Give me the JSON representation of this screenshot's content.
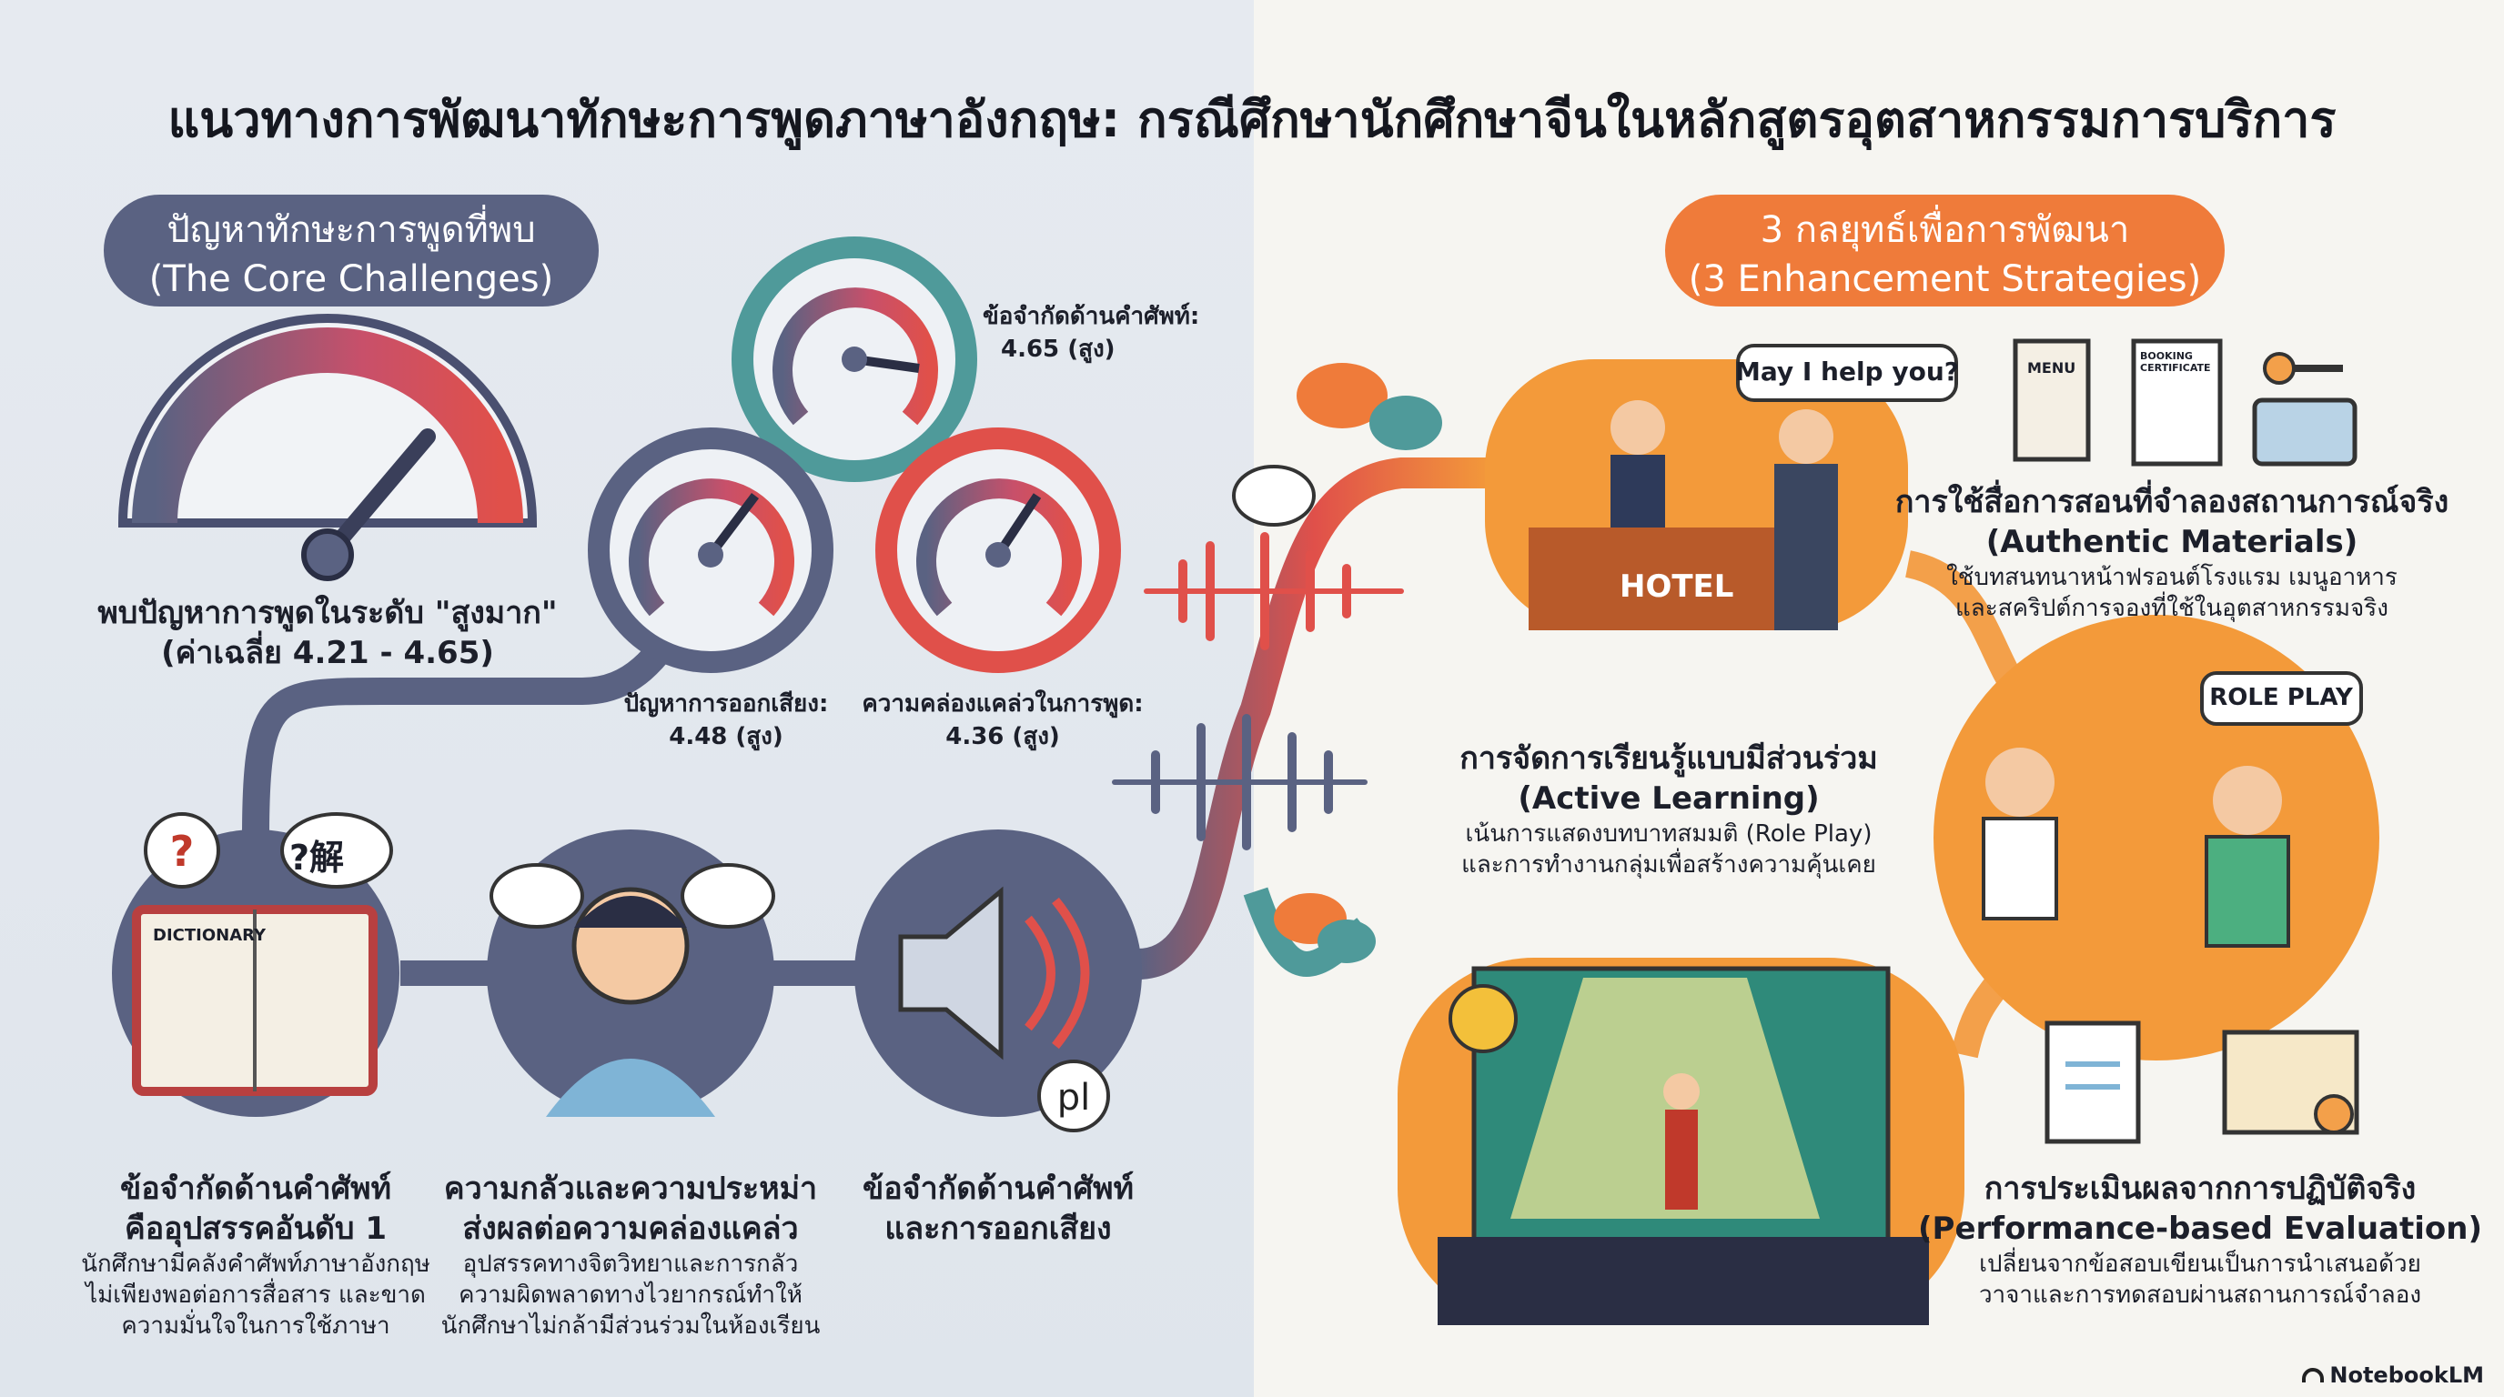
{
  "title": "แนวทางการพัฒนาทักษะการพูดภาษาอังกฤษ: กรณีศึกษานักศึกษาจีนในหลักสูตรอุตสาหกรรมการบริการ",
  "left": {
    "header_th": "ปัญหาทักษะการพูดที่พบ",
    "header_en": "(The Core Challenges)",
    "summary_line1": "พบปัญหาการพูดในระดับ \"สูงมาก\"",
    "summary_line2": "(ค่าเฉลี่ย 4.21 - 4.65)",
    "gauges": [
      {
        "label": "ข้อจำกัดด้านคำศัพท์:",
        "value": "4.65 (สูง)",
        "score": 4.65
      },
      {
        "label": "ปัญหาการออกเสียง:",
        "value": "4.48 (สูง)",
        "score": 4.48
      },
      {
        "label": "ความคล่องแคล่วในการพูด:",
        "value": "4.36 (สูง)",
        "score": 4.36
      }
    ],
    "book_label": "DICTIONARY",
    "bubble_char": "?解",
    "cards": [
      {
        "title1": "ข้อจำกัดด้านคำศัพท์",
        "title2": "คืออุปสรรคอันดับ 1",
        "desc": [
          "นักศึกษามีคลังคำศัพท์ภาษาอังกฤษ",
          "ไม่เพียงพอต่อการสื่อสาร และขาด",
          "ความมั่นใจในการใช้ภาษา"
        ]
      },
      {
        "title1": "ความกลัวและความประหม่า",
        "title2": "ส่งผลต่อความคล่องแคล่ว",
        "desc": [
          "อุปสรรคทางจิตวิทยาและการกลัว",
          "ความผิดพลาดทางไวยากรณ์ทำให้",
          "นักศึกษาไม่กล้ามีส่วนร่วมในห้องเรียน"
        ]
      },
      {
        "title1": "ข้อจำกัดด้านคำศัพท์",
        "title2": "และการออกเสียง",
        "desc": []
      }
    ]
  },
  "right": {
    "header_th": "3 กลยุทธ์เพื่อการพัฒนา",
    "header_en": "(3 Enhancement Strategies)",
    "hotel_sign": "HOTEL",
    "speech": "May I help you?",
    "role_play": "ROLE PLAY",
    "menu_label": "MENU",
    "booking_label": "BOOKING CERTIFICATE",
    "strategies": [
      {
        "title": "การใช้สื่อการสอนที่จำลองสถานการณ์จริง",
        "en": "(Authentic Materials)",
        "desc": [
          "ใช้บทสนทนาหน้าฟรอนต์โรงแรม เมนูอาหาร",
          "และสคริปต์การจองที่ใช้ในอุตสาหกรรมจริง"
        ]
      },
      {
        "title": "การจัดการเรียนรู้แบบมีส่วนร่วม",
        "en": "(Active Learning)",
        "desc": [
          "เน้นการแสดงบทบาทสมมติ (Role Play)",
          "และการทำงานกลุ่มเพื่อสร้างความคุ้นเคย"
        ]
      },
      {
        "title": "การประเมินผลจากการปฏิบัติจริง",
        "en": "(Performance-based Evaluation)",
        "desc": [
          "เปลี่ยนจากข้อสอบเขียนเป็นการนำเสนอด้วย",
          "วาจาและการทดสอบผ่านสถานการณ์จำลอง"
        ]
      }
    ]
  },
  "brand": "NotebookLM",
  "colors": {
    "slate": "#5a6282",
    "orange": "#ef7b3a",
    "red": "#e0504a",
    "teal": "#4f9a9a"
  }
}
